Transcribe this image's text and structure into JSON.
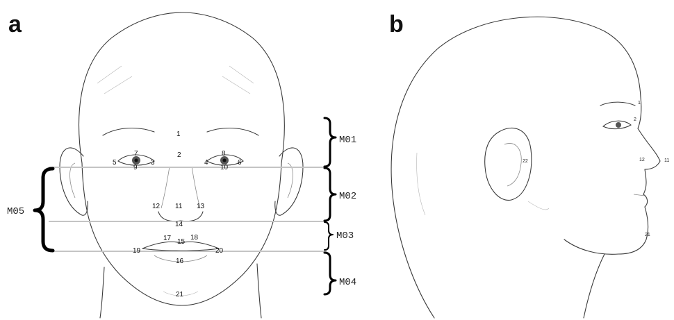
{
  "panels": {
    "a": {
      "label": "a"
    },
    "b": {
      "label": "b"
    }
  },
  "front_landmarks": [
    {
      "id": "lm-1",
      "text": "1"
    },
    {
      "id": "lm-2",
      "text": "2"
    },
    {
      "id": "lm-7",
      "text": "7"
    },
    {
      "id": "lm-5",
      "text": "5"
    },
    {
      "id": "lm-9",
      "text": "9"
    },
    {
      "id": "lm-3",
      "text": "3"
    },
    {
      "id": "lm-8",
      "text": "8"
    },
    {
      "id": "lm-4",
      "text": "4"
    },
    {
      "id": "lm-10",
      "text": "10"
    },
    {
      "id": "lm-6",
      "text": "6"
    },
    {
      "id": "lm-12",
      "text": "12"
    },
    {
      "id": "lm-11",
      "text": "11"
    },
    {
      "id": "lm-13",
      "text": "13"
    },
    {
      "id": "lm-14",
      "text": "14"
    },
    {
      "id": "lm-17",
      "text": "17"
    },
    {
      "id": "lm-18",
      "text": "18"
    },
    {
      "id": "lm-15",
      "text": "15"
    },
    {
      "id": "lm-19",
      "text": "19"
    },
    {
      "id": "lm-20",
      "text": "20"
    },
    {
      "id": "lm-16",
      "text": "16"
    },
    {
      "id": "lm-21",
      "text": "21"
    }
  ],
  "profile_landmarks": [
    {
      "id": "p-1",
      "text": "1"
    },
    {
      "id": "p-2",
      "text": "2"
    },
    {
      "id": "p-22",
      "text": "22"
    },
    {
      "id": "p-12",
      "text": "12"
    },
    {
      "id": "p-11",
      "text": "11"
    },
    {
      "id": "p-21",
      "text": "21"
    }
  ],
  "regions": {
    "m01": "M01",
    "m02": "M02",
    "m03": "M03",
    "m04": "M04",
    "m05": "M05"
  }
}
